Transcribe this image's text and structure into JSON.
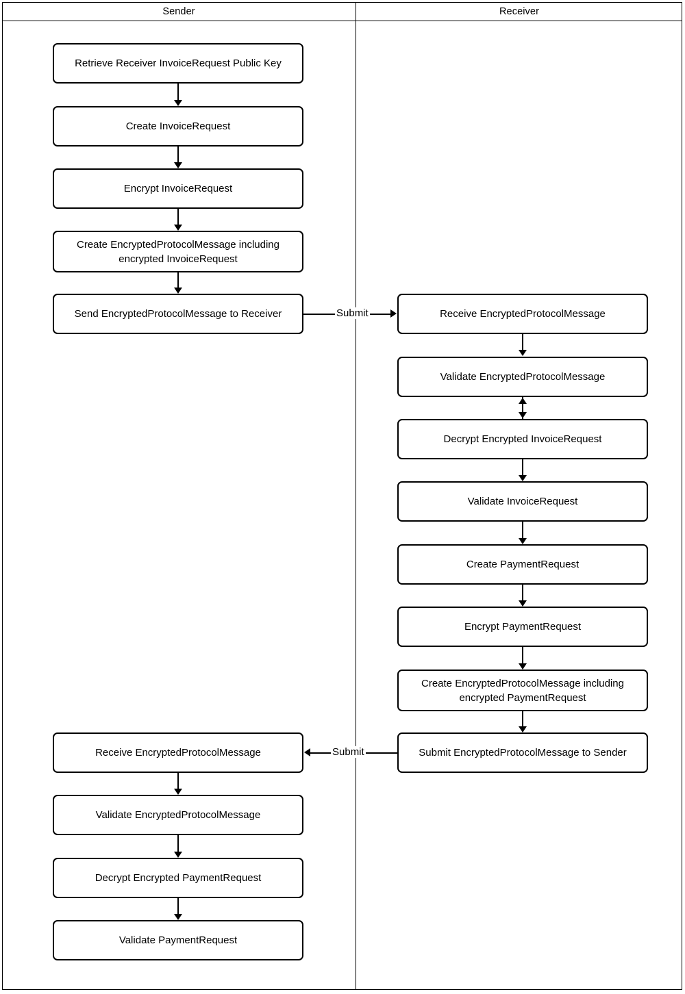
{
  "diagram": {
    "type": "swimlane-flowchart",
    "lanes": [
      {
        "id": "sender",
        "title": "Sender"
      },
      {
        "id": "receiver",
        "title": "Receiver"
      }
    ],
    "colors": {
      "background": "#ffffff",
      "stroke": "#000000",
      "node_fill": "#ffffff",
      "text": "#000000"
    }
  },
  "sender_nodes": [
    {
      "id": "s1",
      "label": "Retrieve Receiver InvoiceRequest Public Key"
    },
    {
      "id": "s2",
      "label": "Create InvoiceRequest"
    },
    {
      "id": "s3",
      "label": "Encrypt InvoiceRequest"
    },
    {
      "id": "s4",
      "label": "Create EncryptedProtocolMessage including\nencrypted InvoiceRequest"
    },
    {
      "id": "s5",
      "label": "Send EncryptedProtocolMessage to Receiver"
    },
    {
      "id": "s6",
      "label": "Receive EncryptedProtocolMessage"
    },
    {
      "id": "s7",
      "label": "Validate EncryptedProtocolMessage"
    },
    {
      "id": "s8",
      "label": "Decrypt Encrypted PaymentRequest"
    },
    {
      "id": "s9",
      "label": "Validate PaymentRequest"
    }
  ],
  "receiver_nodes": [
    {
      "id": "r1",
      "label": "Receive EncryptedProtocolMessage"
    },
    {
      "id": "r2",
      "label": "Validate EncryptedProtocolMessage"
    },
    {
      "id": "r3",
      "label": "Decrypt Encrypted InvoiceRequest"
    },
    {
      "id": "r4",
      "label": "Validate InvoiceRequest"
    },
    {
      "id": "r5",
      "label": "Create PaymentRequest"
    },
    {
      "id": "r6",
      "label": "Encrypt PaymentRequest"
    },
    {
      "id": "r7",
      "label": "Create EncryptedProtocolMessage including\nencrypted PaymentRequest"
    },
    {
      "id": "r8",
      "label": "Submit EncryptedProtocolMessage to Sender"
    }
  ],
  "edge_labels": {
    "submit_to_receiver": "Submit",
    "submit_to_sender": "Submit"
  }
}
